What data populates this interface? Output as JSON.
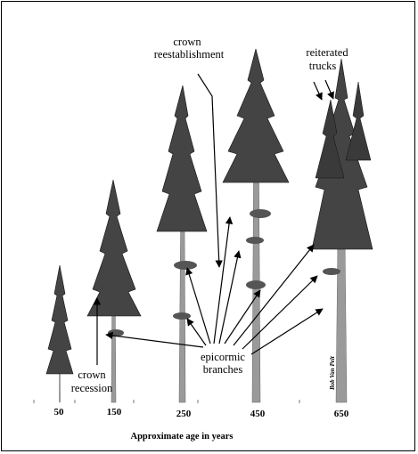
{
  "labels": {
    "crown_reestablishment_1": "crown",
    "crown_reestablishment_2": "reestablishment",
    "reiterated_1": "reiterated",
    "reiterated_2": "trucks",
    "crown_recession_1": "crown",
    "crown_recession_2": "recession",
    "epicormic_1": "epicormic",
    "epicormic_2": "branches",
    "signature": "Bob Van Pelt",
    "axis_title": "Approximate age in years"
  },
  "ages": [
    "50",
    "150",
    "250",
    "450",
    "650"
  ],
  "colors": {
    "ink": "#000000",
    "foliage": "#3a3a3a",
    "trunk": "#9a9a9a"
  }
}
